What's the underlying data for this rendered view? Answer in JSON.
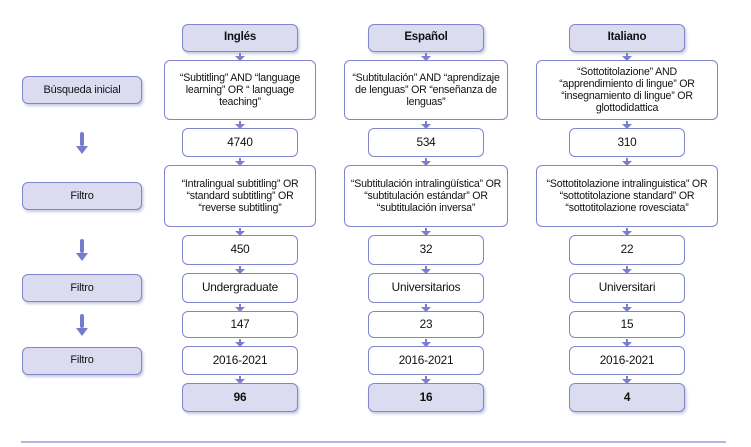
{
  "sidebar": {
    "initial_label": "Búsqueda inicial",
    "filter_label_1": "Filtro",
    "filter_label_2": "Filtro",
    "filter_label_3": "Filtro"
  },
  "columns": {
    "english": {
      "header": "Inglés",
      "search_terms": "“Subtitling” AND “language learning” OR “ language teaching”",
      "count_initial": "4740",
      "filter1_terms": "“Intralingual subtitling” OR “standard subtitling” OR “reverse subtitling”",
      "count_after_filter1": "450",
      "filter2_terms": "Undergraduate",
      "count_after_filter2": "147",
      "filter3_terms": "2016-2021",
      "final_count": "96"
    },
    "spanish": {
      "header": "Español",
      "search_terms": "“Subtitulación” AND “aprendizaje de lenguas” OR “enseñanza de lenguas”",
      "count_initial": "534",
      "filter1_terms": "“Subtitulación intralingüística” OR “subtitulación estándar” OR “subtitulación inversa”",
      "count_after_filter1": "32",
      "filter2_terms": "Universitarios",
      "count_after_filter2": "23",
      "filter3_terms": "2016-2021",
      "final_count": "16"
    },
    "italian": {
      "header": "Italiano",
      "search_terms": "“Sottotitolazione” AND “apprendimiento di lingue” OR “insegnamiento di lingue” OR glottodidattica",
      "count_initial": "310",
      "filter1_terms": "“Sottotitolazione intralinguistica” OR “sottotitolazione standard” OR “sottotitolazione rovesciata”",
      "count_after_filter1": "22",
      "filter2_terms": "Universitari",
      "count_after_filter2": "15",
      "filter3_terms": "2016-2021",
      "final_count": "4"
    }
  },
  "colors": {
    "border": "#8185cb",
    "fill_shaded": "#dcdcf0",
    "arrow": "#767bce",
    "bottom_rule": "#b3b6dd"
  }
}
